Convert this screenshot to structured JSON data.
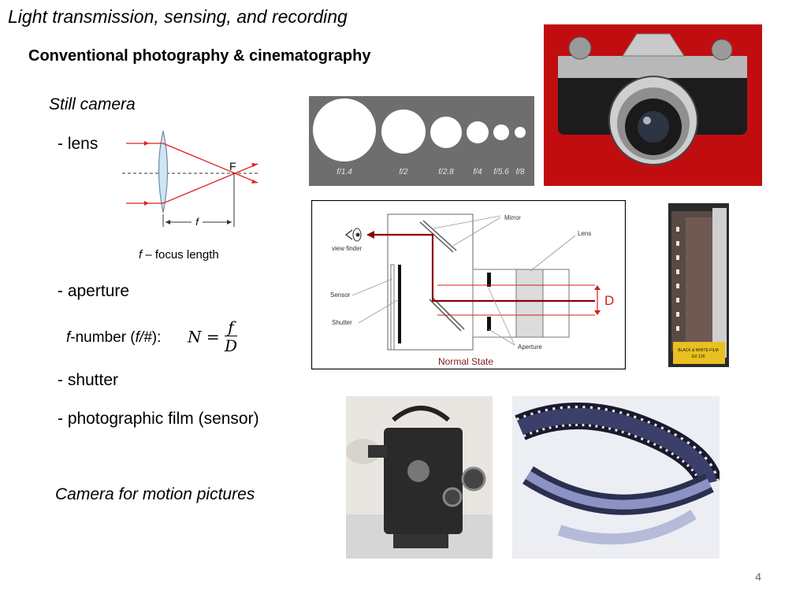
{
  "slide": {
    "title": "Light transmission, sensing, and recording",
    "subtitle": "Conventional photography & cinematography",
    "still_camera": "Still camera",
    "lens": "- lens",
    "focus_caption_f": "f",
    "focus_caption_rest": " – focus length",
    "aperture": "- aperture",
    "fnumber_f": "f",
    "fnumber_mid": "-number (",
    "fnumber_f2": "f/#",
    "fnumber_end": "):",
    "formula_N": "N",
    "formula_eq": "=",
    "formula_num": "f",
    "formula_den": "D",
    "shutter": "- shutter",
    "film": "- photographic film (sensor)",
    "motion": "Camera for motion pictures",
    "page_number": "4"
  },
  "lens_diagram": {
    "focal_label": "F",
    "f_label": "f"
  },
  "aperture_strip": {
    "labels": [
      "f/1.4",
      "f/2",
      "f/2.8",
      "f/4",
      "f/5.6",
      "f/8"
    ]
  },
  "slr_diagram": {
    "mirror": "Mirror",
    "lens": "Lens",
    "view_finder": "view finder",
    "sensor": "Sensor",
    "shutter": "Shutter",
    "aperture": "Aperture",
    "D": "D",
    "state": "Normal State"
  },
  "film_box": {
    "line1": "BLACK & WHITE FILM",
    "line2": "GX 135"
  },
  "colors": {
    "ray_red": "#e02020",
    "beam_dark_red": "#8b0000",
    "photo_red_bg": "#c20d10",
    "aperture_bg": "#6e6e6e"
  }
}
